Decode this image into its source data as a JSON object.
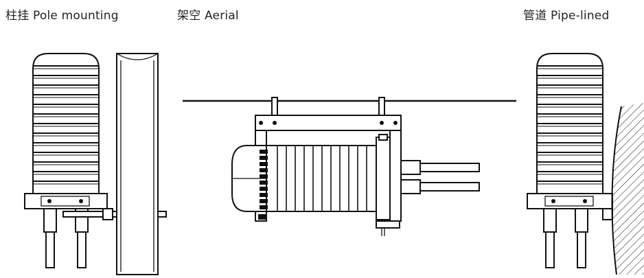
{
  "labels": {
    "pole": "柱挂 Pole mounting",
    "aerial": "架空 Aerial",
    "pipe": "管道 Pipe-lined"
  }
}
